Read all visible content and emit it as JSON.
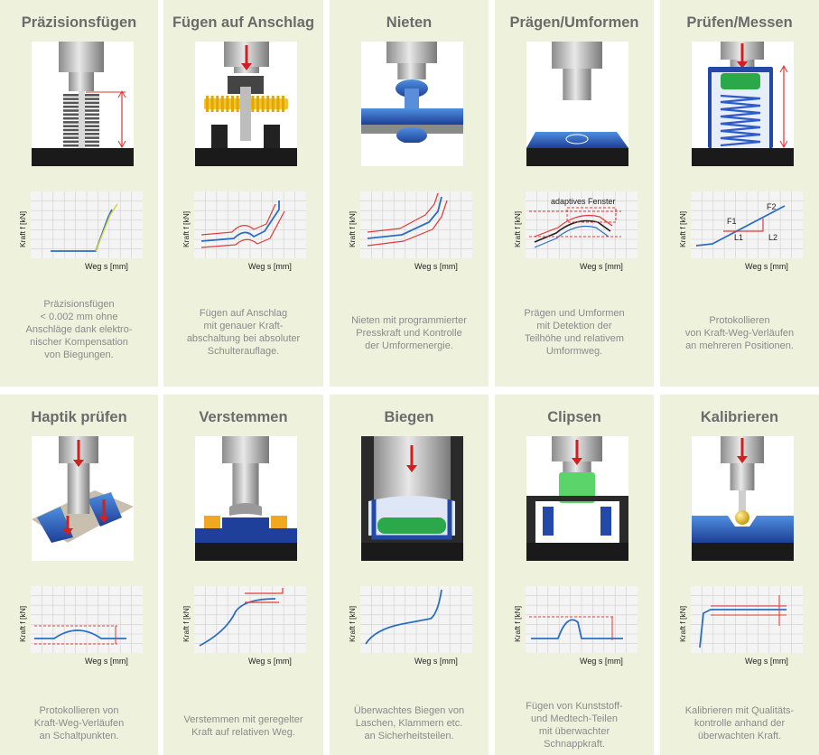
{
  "axis": {
    "y_label": "Kraft f [kN]",
    "x_label": "Weg s [mm]"
  },
  "colors": {
    "card_bg": "#eef2dc",
    "title": "#6b6b6b",
    "text": "#8a8a8a",
    "curve_blue": "#2b6fc2",
    "curve_red": "#e03a3a",
    "base_blue": "#1e3f9a",
    "press_grey": "#9a9a9a",
    "graph_grid": "#cfcfcf"
  },
  "cards": [
    {
      "title": "Präzisionsfügen",
      "description": [
        "Präzisionsfügen",
        "< 0.002 mm ohne",
        "Anschläge dank elektro-",
        "nischer Kompensation",
        "von Biegungen."
      ],
      "annotations": []
    },
    {
      "title": "Fügen auf Anschlag",
      "description": [
        "Fügen auf Anschlag",
        "mit genauer Kraft-",
        "abschaltung bei absoluter",
        "Schulterauflage."
      ],
      "annotations": []
    },
    {
      "title": "Nieten",
      "description": [
        "Nieten mit programmierter",
        "Presskraft und Kontrolle",
        "der Umformenergie."
      ],
      "annotations": []
    },
    {
      "title": "Prägen/Umformen",
      "description": [
        "Prägen und Umformen",
        "mit Detektion der",
        "Teilhöhe und relativem",
        "Umformweg."
      ],
      "annotations": [
        "adaptives Fenster"
      ]
    },
    {
      "title": "Prüfen/Messen",
      "description": [
        "Protokollieren",
        "von Kraft-Weg-Verläufen",
        "an mehreren Positionen."
      ],
      "annotations": [
        "F1",
        "F2",
        "L1",
        "L2"
      ]
    },
    {
      "title": "Haptik prüfen",
      "description": [
        "Protokollieren von",
        "Kraft-Weg-Verläufen",
        "an Schaltpunkten."
      ],
      "annotations": []
    },
    {
      "title": "Verstemmen",
      "description": [
        "Verstemmen mit geregelter",
        "Kraft auf relativen Weg."
      ],
      "annotations": []
    },
    {
      "title": "Biegen",
      "description": [
        "Überwachtes Biegen von",
        "Laschen, Klammern etc.",
        "an Sicherheitsteilen."
      ],
      "annotations": []
    },
    {
      "title": "Clipsen",
      "description": [
        "Fügen von Kunststoff-",
        "und Medtech-Teilen",
        "mit überwachter",
        "Schnappkraft."
      ],
      "annotations": []
    },
    {
      "title": "Kalibrieren",
      "description": [
        "Kalibrieren mit Qualitäts-",
        "kontrolle anhand der",
        "überwachten Kraft."
      ],
      "annotations": []
    }
  ]
}
